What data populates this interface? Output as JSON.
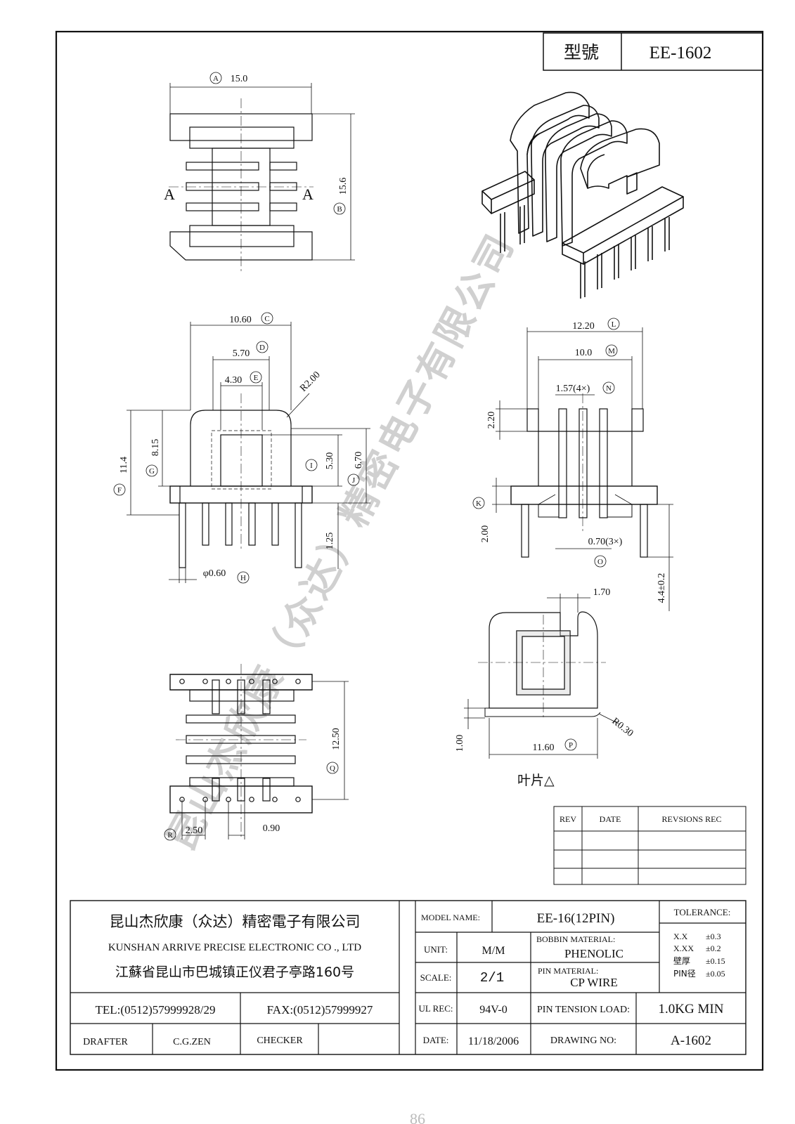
{
  "model_box": {
    "label": "型號",
    "value": "EE-1602"
  },
  "watermark": "昆山杰欣康（众达）精密电子有限公司",
  "views": {
    "top": {
      "dim_A": "15.0",
      "dim_B": "15.6",
      "tag_A": "A",
      "tag_B": "B",
      "section": "A"
    },
    "front": {
      "dim_C": "10.60",
      "dim_D": "5.70",
      "dim_E": "4.30",
      "radius": "R2.00",
      "dim_F": "11.4",
      "dim_G": "8.15",
      "dim_I": "5.30",
      "dim_J": "6.70",
      "dim_pin_len": "1.25",
      "dim_H": "φ0.60",
      "tag_C": "C",
      "tag_D": "D",
      "tag_E": "E",
      "tag_F": "F",
      "tag_G": "G",
      "tag_H": "H",
      "tag_I": "I",
      "tag_J": "J"
    },
    "side": {
      "dim_L": "12.20",
      "dim_M": "10.0",
      "dim_N": "1.57(4×)",
      "dim_top": "2.20",
      "dim_K": "2.00",
      "dim_O": "0.70(3×)",
      "dim_pin": "4.4±0.2",
      "tag_K": "K",
      "tag_L": "L",
      "tag_M": "M",
      "tag_N": "N",
      "tag_O": "O"
    },
    "flange": {
      "dim_170": "1.70",
      "dim_P": "11.60",
      "radius": "R0.30",
      "dim_100": "1.00",
      "tag_P": "P",
      "caption": "叶片△"
    },
    "bottom": {
      "dim_Q": "12.50",
      "dim_R": "2.50",
      "dim_090": "0.90",
      "tag_Q": "Q",
      "tag_R": "R"
    }
  },
  "revision_table": {
    "headers": [
      "REV",
      "DATE",
      "REVSIONS REC"
    ]
  },
  "title_block": {
    "company_cn": "昆山杰欣康（众达）精密電子有限公司",
    "company_en": "KUNSHAN ARRIVE PRECISE ELECTRONIC CO ., LTD",
    "address": "江蘇省昆山市巴城镇正仪君子亭路160号",
    "tel": "TEL:(0512)57999928/29",
    "fax": "FAX:(0512)57999927",
    "drafter_label": "DRAFTER",
    "drafter": "C.G.ZEN",
    "checker_label": "CHECKER",
    "model_name_label": "MODEL NAME:",
    "model_name": "EE-16(12PIN)",
    "unit_label": "UNIT:",
    "unit": "M/M",
    "bobbin_label": "BOBBIN MATERIAL:",
    "bobbin": "PHENOLIC",
    "scale_label": "SCALE:",
    "scale": "2/1",
    "pin_label": "PIN MATERIAL:",
    "pin": "CP WIRE",
    "ul_label": "UL REC:",
    "ul": "94V-0",
    "tension_label": "PIN TENSION LOAD:",
    "tension": "1.0KG MIN",
    "date_label": "DATE:",
    "date": "11/18/2006",
    "drawing_label": "DRAWING NO:",
    "drawing": "A-1602",
    "tolerance_label": "TOLERANCE:",
    "tolerances": [
      {
        "k": "X.X",
        "v": "±0.3"
      },
      {
        "k": "X.XX",
        "v": "±0.2"
      },
      {
        "k": "壁厚",
        "v": "±0.15"
      },
      {
        "k": "PIN径",
        "v": "±0.05"
      }
    ]
  },
  "page_number": "86"
}
